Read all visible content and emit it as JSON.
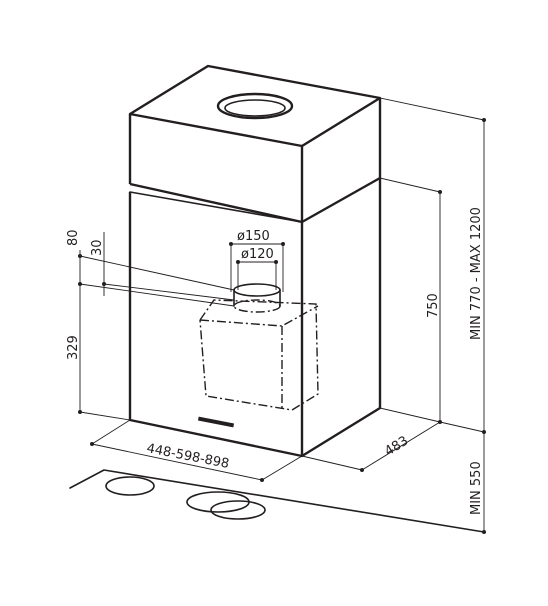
{
  "dimensions": {
    "width": "448-598-898",
    "depth": "483",
    "body_height": "750",
    "total_height": "MIN 770 - MAX 1200",
    "min_clearance": "MIN 550",
    "outlet_offset_1": "80",
    "outlet_offset_2": "30",
    "motor_height": "329",
    "duct_outer": "ø150",
    "duct_inner": "ø120"
  }
}
